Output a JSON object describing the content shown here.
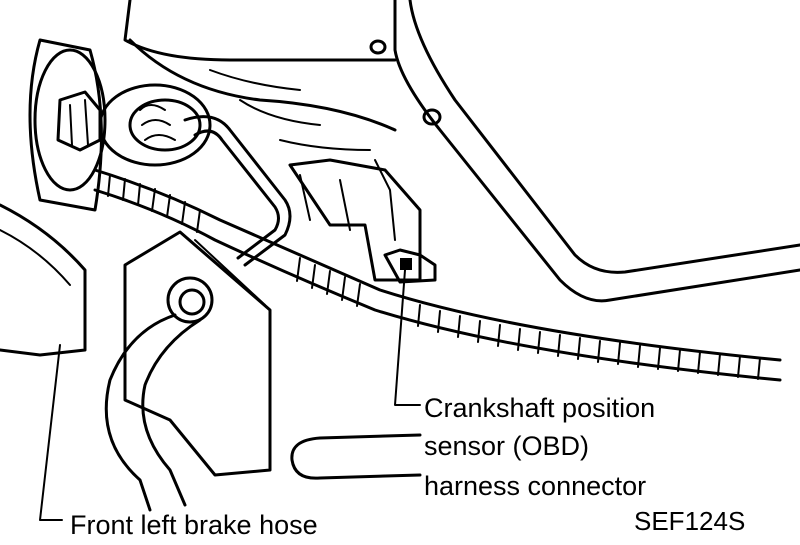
{
  "labels": {
    "brake_hose": "Front left brake hose",
    "crank_line1": "Crankshaft position",
    "crank_line2": "sensor (OBD)",
    "crank_line3": "harness connector",
    "figure_code": "SEF124S"
  },
  "colors": {
    "ink": "#000000",
    "paper": "#ffffff"
  }
}
